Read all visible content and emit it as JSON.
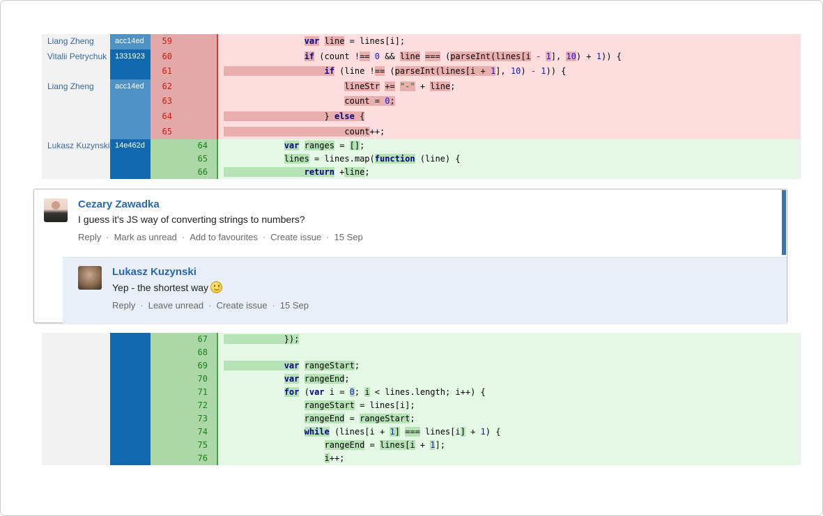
{
  "colors": {
    "hash_light_blue": "#4f93c6",
    "hash_dark_blue": "#1268ad",
    "removed_line_bg": "#fcdede",
    "removed_gutter_bg": "#e3a8a8",
    "added_line_bg": "#e5f8e5",
    "added_gutter_bg": "#abd8a6",
    "author_link_blue": "#35699e",
    "comment_author_blue": "#2a67a8",
    "unread_bar_blue": "#3b73af",
    "reply_bg": "#e9eff8"
  },
  "icons": {
    "smiley": "smiley-face-emoticon"
  },
  "diff": {
    "top_rows": [
      {
        "side": "del",
        "author": "Liang Zheng",
        "hash": "acc14ed",
        "shade": "light",
        "num": "59",
        "code": [
          [
            "                ",
            ""
          ],
          [
            "var",
            "k h"
          ],
          [
            " ",
            ""
          ],
          [
            "line",
            "h"
          ],
          [
            " = lines[i];",
            ""
          ]
        ]
      },
      {
        "side": "del",
        "author": "Vitalii Petrychuk",
        "hash": "1331923",
        "shade": "dark",
        "num": "60",
        "code": [
          [
            "                ",
            ""
          ],
          [
            "if",
            "k h"
          ],
          [
            " (count !",
            ""
          ],
          [
            "==",
            "h"
          ],
          [
            " ",
            ""
          ],
          [
            "0",
            "n"
          ],
          [
            " && ",
            ""
          ],
          [
            "line",
            "h"
          ],
          [
            " ",
            ""
          ],
          [
            "===",
            "h"
          ],
          [
            " (",
            ""
          ],
          [
            "parseInt(lines[i",
            "h"
          ],
          [
            " ",
            ""
          ],
          [
            "-",
            "r"
          ],
          [
            " ",
            ""
          ],
          [
            "1",
            "n h"
          ],
          [
            "], ",
            ""
          ],
          [
            "10",
            "n h"
          ],
          [
            ") + ",
            ""
          ],
          [
            "1",
            "n"
          ],
          [
            ")) {",
            ""
          ]
        ]
      },
      {
        "side": "del",
        "author": "",
        "hash": "",
        "shade": "dark",
        "num": "61",
        "code": [
          [
            "                    ",
            "h"
          ],
          [
            "if",
            "k h"
          ],
          [
            " (line !",
            ""
          ],
          [
            "==",
            "h"
          ],
          [
            " (",
            ""
          ],
          [
            "parseInt(lines[i + ",
            "h"
          ],
          [
            "1",
            "n h"
          ],
          [
            "], ",
            ""
          ],
          [
            "10",
            "n"
          ],
          [
            ") ",
            ""
          ],
          [
            "-",
            "r"
          ],
          [
            " ",
            ""
          ],
          [
            "1",
            "n"
          ],
          [
            ")) {",
            ""
          ]
        ]
      },
      {
        "side": "del",
        "author": "Liang Zheng",
        "hash": "acc14ed",
        "shade": "light",
        "num": "62",
        "code": [
          [
            "                        ",
            ""
          ],
          [
            "lineStr",
            "h"
          ],
          [
            " ",
            ""
          ],
          [
            "+=",
            "h"
          ],
          [
            " ",
            ""
          ],
          [
            "\"-\"",
            "s h"
          ],
          [
            " + ",
            ""
          ],
          [
            "line",
            "h"
          ],
          [
            ";",
            ""
          ]
        ]
      },
      {
        "side": "del",
        "author": "",
        "hash": "",
        "shade": "light",
        "num": "63",
        "code": [
          [
            "                        ",
            ""
          ],
          [
            "count = ",
            "h"
          ],
          [
            "0",
            "n h"
          ],
          [
            ";",
            "h"
          ]
        ]
      },
      {
        "side": "del",
        "author": "",
        "hash": "",
        "shade": "light",
        "num": "64",
        "code": [
          [
            "                    ",
            "h"
          ],
          [
            "} ",
            "h"
          ],
          [
            "else",
            "k h"
          ],
          [
            " {",
            "h"
          ]
        ]
      },
      {
        "side": "del",
        "author": "",
        "hash": "",
        "shade": "light",
        "num": "65",
        "code": [
          [
            "                        ",
            "h"
          ],
          [
            "count",
            "h"
          ],
          [
            "++;",
            ""
          ]
        ]
      },
      {
        "side": "add",
        "author": "Lukasz Kuzynski",
        "hash": "14e462d",
        "shade": "dark",
        "num": "64",
        "code": [
          [
            "            ",
            ""
          ],
          [
            "var",
            "k h"
          ],
          [
            " ",
            ""
          ],
          [
            "ranges",
            "h"
          ],
          [
            " = ",
            ""
          ],
          [
            "[]",
            "h"
          ],
          [
            ";",
            ""
          ]
        ]
      },
      {
        "side": "add",
        "author": "",
        "hash": "",
        "shade": "dark",
        "num": "65",
        "code": [
          [
            "            ",
            ""
          ],
          [
            "lines",
            "h"
          ],
          [
            " = lines.map(",
            ""
          ],
          [
            "function",
            "k h"
          ],
          [
            " (line) {",
            ""
          ]
        ]
      },
      {
        "side": "add",
        "author": "",
        "hash": "",
        "shade": "dark",
        "num": "66",
        "code": [
          [
            "                ",
            "h"
          ],
          [
            "return",
            "k h"
          ],
          [
            " +",
            ""
          ],
          [
            "line",
            "h"
          ],
          [
            ";",
            ""
          ]
        ]
      }
    ],
    "bottom_rows": [
      {
        "side": "add",
        "author": "",
        "hash": "",
        "shade": "dark",
        "num": "67",
        "code": [
          [
            "            ",
            "h"
          ],
          [
            "});",
            "h"
          ]
        ]
      },
      {
        "side": "add",
        "author": "",
        "hash": "",
        "shade": "dark",
        "num": "68",
        "code": []
      },
      {
        "side": "add",
        "author": "",
        "hash": "",
        "shade": "dark",
        "num": "69",
        "code": [
          [
            "            ",
            "h"
          ],
          [
            "var",
            "k h"
          ],
          [
            " ",
            ""
          ],
          [
            "rangeStart",
            "h"
          ],
          [
            ";",
            ""
          ]
        ]
      },
      {
        "side": "add",
        "author": "",
        "hash": "",
        "shade": "dark",
        "num": "70",
        "code": [
          [
            "            ",
            ""
          ],
          [
            "var",
            "k h"
          ],
          [
            " ",
            ""
          ],
          [
            "rangeEnd",
            "h"
          ],
          [
            ";",
            ""
          ]
        ]
      },
      {
        "side": "add",
        "author": "",
        "hash": "",
        "shade": "dark",
        "num": "71",
        "code": [
          [
            "            ",
            ""
          ],
          [
            "for",
            "k h"
          ],
          [
            " (",
            ""
          ],
          [
            "var",
            "k"
          ],
          [
            " i = ",
            ""
          ],
          [
            "0",
            "n h"
          ],
          [
            "; ",
            ""
          ],
          [
            "i",
            "h"
          ],
          [
            " < lines.length; i++) {",
            ""
          ]
        ]
      },
      {
        "side": "add",
        "author": "",
        "hash": "",
        "shade": "dark",
        "num": "72",
        "code": [
          [
            "                ",
            ""
          ],
          [
            "rangeStart",
            "h"
          ],
          [
            " = lines[i];",
            ""
          ]
        ]
      },
      {
        "side": "add",
        "author": "",
        "hash": "",
        "shade": "dark",
        "num": "73",
        "code": [
          [
            "                ",
            ""
          ],
          [
            "rangeEnd",
            "h"
          ],
          [
            " = ",
            ""
          ],
          [
            "rangeStart",
            "h"
          ],
          [
            ";",
            ""
          ]
        ]
      },
      {
        "side": "add",
        "author": "",
        "hash": "",
        "shade": "dark",
        "num": "74",
        "code": [
          [
            "                ",
            ""
          ],
          [
            "while",
            "k h"
          ],
          [
            " (lines[i + ",
            ""
          ],
          [
            "1",
            "n h"
          ],
          [
            "]",
            "h"
          ],
          [
            " ",
            ""
          ],
          [
            "===",
            "h"
          ],
          [
            " lines[i",
            ""
          ],
          [
            "]",
            "h"
          ],
          [
            " + ",
            ""
          ],
          [
            "1",
            "n"
          ],
          [
            ") {",
            ""
          ]
        ]
      },
      {
        "side": "add",
        "author": "",
        "hash": "",
        "shade": "dark",
        "num": "75",
        "code": [
          [
            "                    ",
            ""
          ],
          [
            "rangeEnd",
            "h"
          ],
          [
            " = ",
            ""
          ],
          [
            "lines[i",
            "h"
          ],
          [
            " + ",
            ""
          ],
          [
            "1",
            "n h"
          ],
          [
            "];",
            ""
          ]
        ]
      },
      {
        "side": "add",
        "author": "",
        "hash": "",
        "shade": "dark",
        "num": "76",
        "code": [
          [
            "                    ",
            ""
          ],
          [
            "i",
            "h"
          ],
          [
            "++;",
            ""
          ]
        ]
      }
    ]
  },
  "comments": {
    "main": {
      "author": "Cezary Zawadka",
      "body": "I guess it's JS way of converting strings to numbers?",
      "actions": [
        "Reply",
        "Mark as unread",
        "Add to favourites",
        "Create issue"
      ],
      "date": "15 Sep"
    },
    "reply": {
      "author": "Lukasz Kuzynski",
      "body": "Yep - the shortest way",
      "actions": [
        "Reply",
        "Leave unread",
        "Create issue"
      ],
      "date": "15 Sep"
    }
  }
}
